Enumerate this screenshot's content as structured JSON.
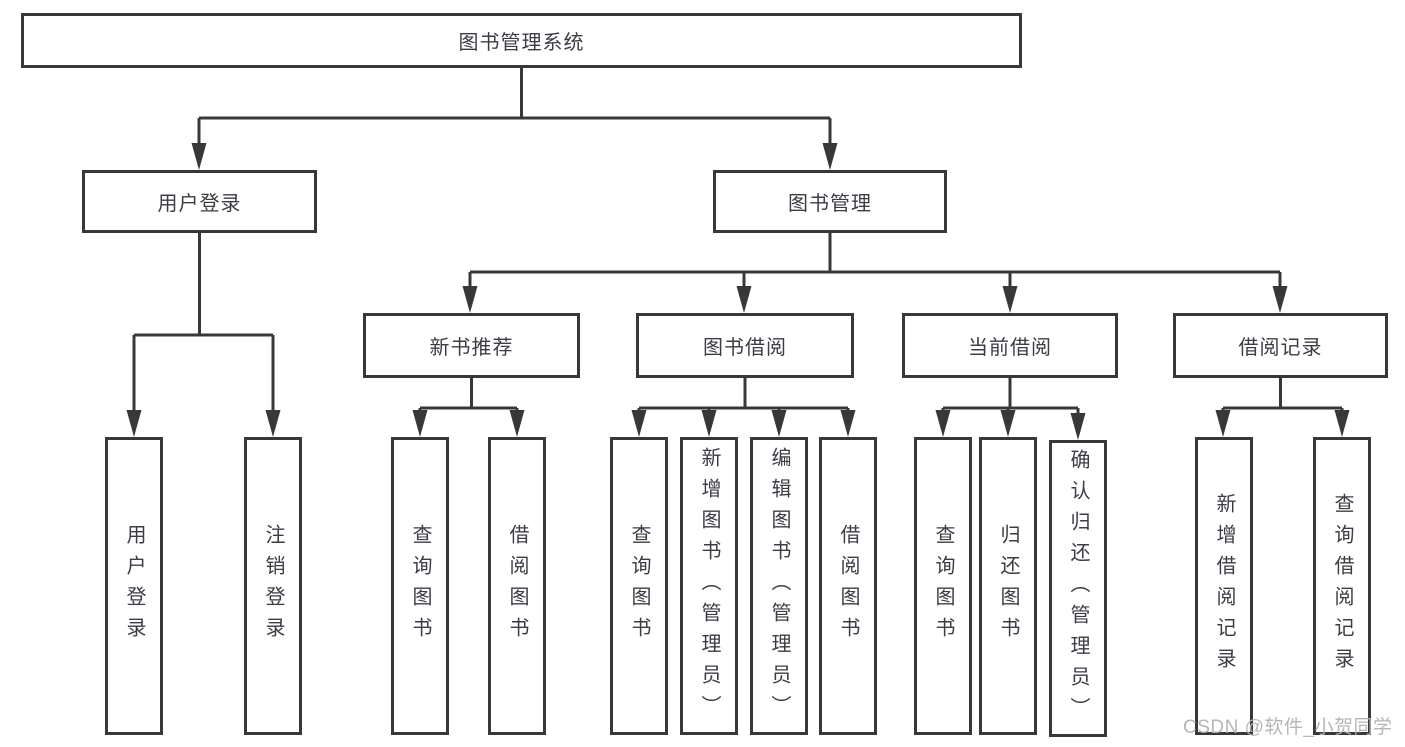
{
  "diagram": {
    "nodes": {
      "root": "图书管理系统",
      "user_login": "用户登录",
      "book_mgmt": "图书管理",
      "new_books": "新书推荐",
      "book_borrow": "图书借阅",
      "current_borrow": "当前借阅",
      "borrow_record": "借阅记录",
      "leaves": {
        "user_login": [
          "用户登录",
          "注销登录"
        ],
        "new_books": [
          "查询图书",
          "借阅图书"
        ],
        "book_borrow": [
          "查询图书",
          "新增图书（管理员）",
          "编辑图书（管理员）",
          "借阅图书"
        ],
        "current_borrow": [
          "查询图书",
          "归还图书",
          "确认归还（管理员）"
        ],
        "borrow_record": [
          "新增借阅记录",
          "查询借阅记录"
        ]
      }
    },
    "colors": {
      "line": "#383838",
      "box_background": "#ffffff",
      "text": "#3c3c44",
      "watermark": "#b3b3b3"
    },
    "watermark": "CSDN @软件_小贺同学"
  }
}
